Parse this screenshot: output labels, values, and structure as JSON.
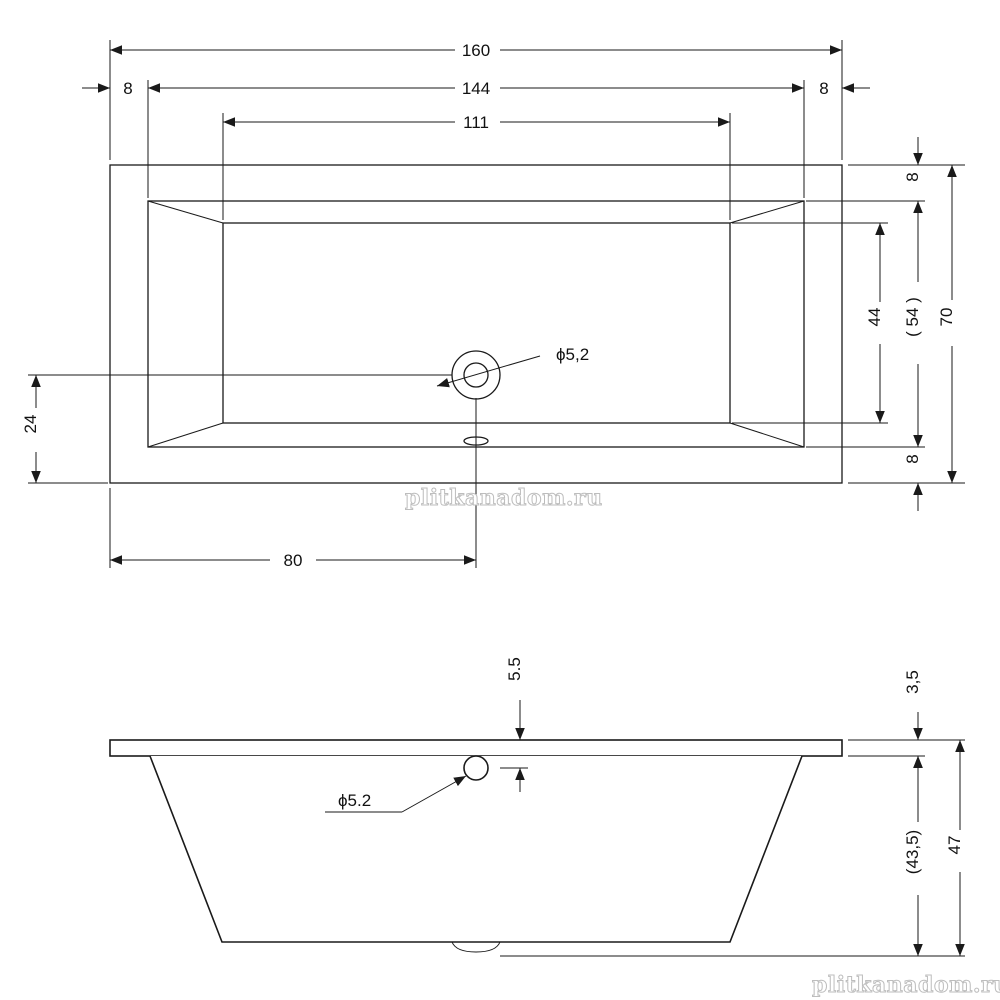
{
  "top_view": {
    "overall_length": "160",
    "inner_length": "144",
    "bottom_length": "111",
    "rim_left": "8",
    "rim_right": "8",
    "drain_diameter": "ϕ5,2",
    "drain_offset_y": "24",
    "drain_offset_x": "80",
    "width_total": "70",
    "width_rim_top": "8",
    "width_rim_bottom": "8",
    "width_inner": "( 54 )",
    "width_bottom": "44"
  },
  "side_view": {
    "rim_thickness": "3,5",
    "overflow_depth": "5.5",
    "overflow_diameter": "ϕ5.2",
    "total_height": "47",
    "inner_depth": "(43,5)"
  },
  "watermarks": [
    "plitkanadom.ru",
    "plitkanadom.ru"
  ],
  "colors": {
    "line": "#1a1a1a",
    "background": "#ffffff",
    "watermark_outline": "#bdbdbd"
  }
}
